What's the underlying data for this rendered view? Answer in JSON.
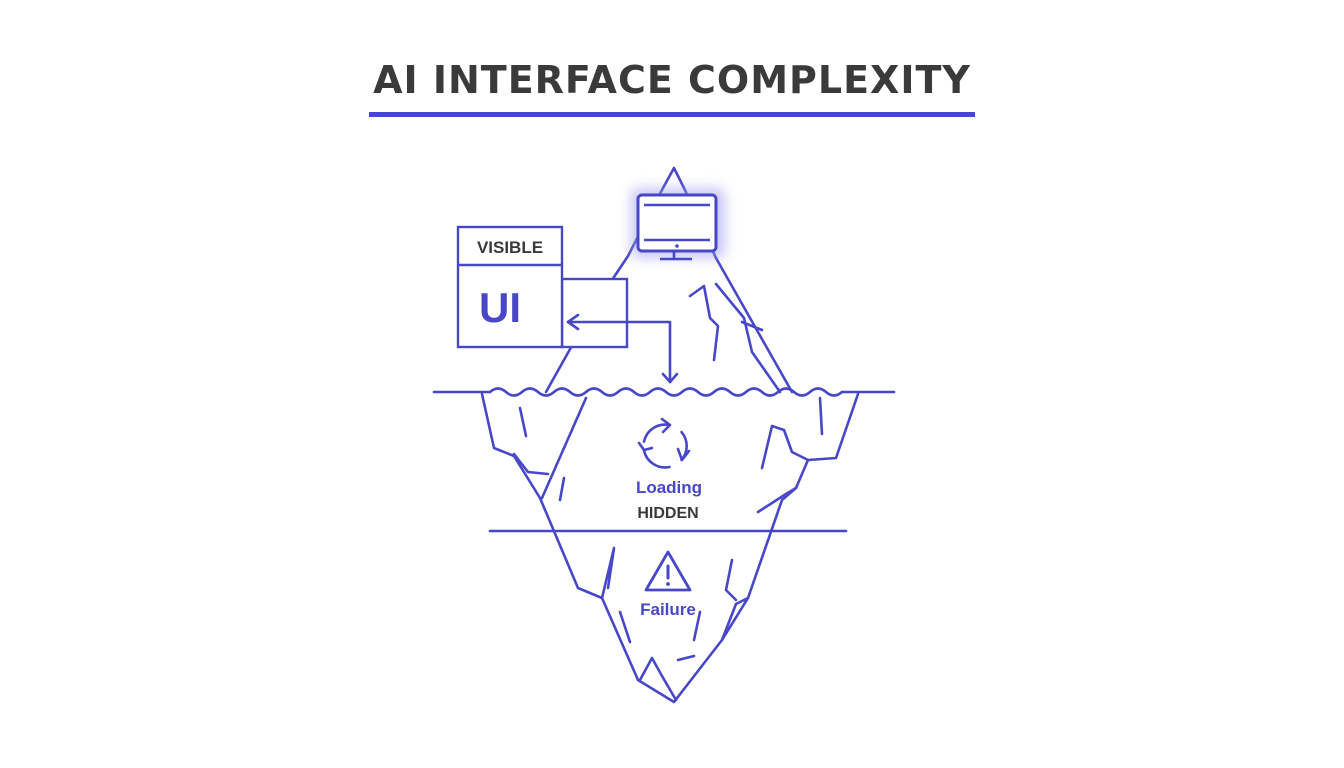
{
  "title": "AI INTERFACE COMPLEXITY",
  "colors": {
    "accent": "#4747c7",
    "text_dark": "#3a3a3a",
    "background": "#ffffff"
  },
  "visible_panel": {
    "header": "VISIBLE",
    "big_text": "UI"
  },
  "middle_zone": {
    "icon": "refresh-cycle-icon",
    "label": "Loading",
    "zone_label": "HIDDEN"
  },
  "bottom_zone": {
    "icon": "warning-triangle-icon",
    "label": "Failure"
  },
  "tip_icon": "monitor-icon"
}
